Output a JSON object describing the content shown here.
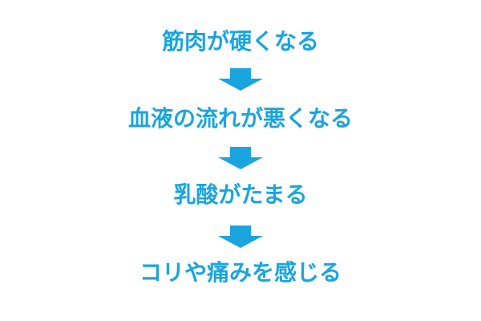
{
  "page": {
    "background_color": "#FFFFFF"
  },
  "flow": {
    "accent_color": "#1AA5DE",
    "arrow_icon": "down-arrow-icon",
    "steps": [
      {
        "label": "筋肉が硬くなる"
      },
      {
        "label": "血液の流れが悪くなる"
      },
      {
        "label": "乳酸がたまる"
      },
      {
        "label": "コリや痛みを感じる"
      }
    ]
  }
}
